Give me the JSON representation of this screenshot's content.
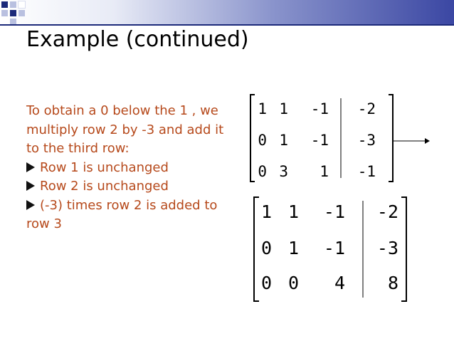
{
  "slide": {
    "title": "Example (continued)",
    "paragraph": "To obtain a 0 below the 1 , we multiply row 2 by -3 and add it to the third row:",
    "bullets": [
      "Row 1 is unchanged",
      "Row 2 is unchanged",
      "(-3) times row 2 is added to row 3"
    ],
    "bullet_icon": "arrow-bullet-icon",
    "text_color": "#b6491b"
  },
  "matrices": {
    "before": {
      "rows": [
        [
          "1",
          "1",
          "-1",
          "-2"
        ],
        [
          "0",
          "1",
          "-1",
          "-3"
        ],
        [
          "0",
          "3",
          "1",
          "-1"
        ]
      ]
    },
    "after": {
      "rows": [
        [
          "1",
          "1",
          "-1",
          "-2"
        ],
        [
          "0",
          "1",
          "-1",
          "-3"
        ],
        [
          "0",
          "0",
          "4",
          "8"
        ]
      ]
    }
  }
}
